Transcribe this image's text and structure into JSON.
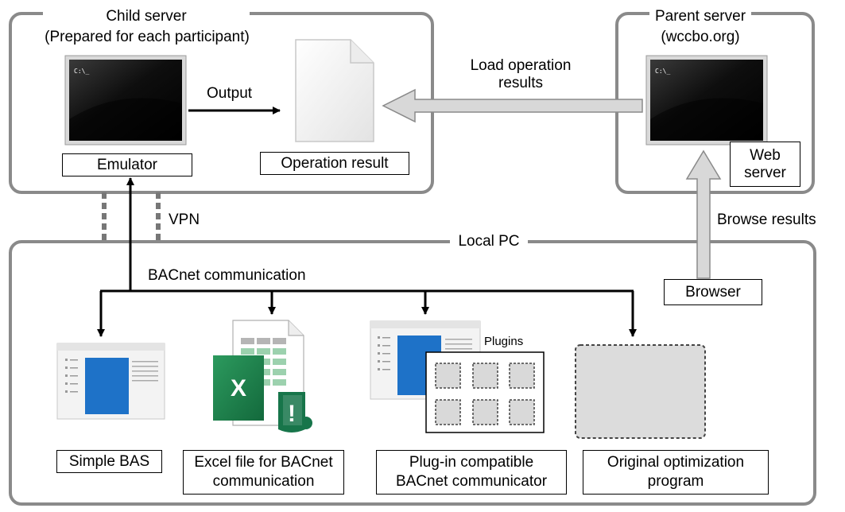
{
  "child_server": {
    "title": "Child server",
    "subtitle": "(Prepared for each participant)",
    "terminal_prompt": "C:\\_",
    "emulator_label": "Emulator",
    "output_label": "Output",
    "operation_result_label": "Operation result"
  },
  "parent_server": {
    "title": "Parent server",
    "subtitle": "(wccbo.org)",
    "terminal_prompt": "C:\\_",
    "web_server_label_line1": "Web",
    "web_server_label_line2": "server"
  },
  "connections": {
    "load_results_line1": "Load operation",
    "load_results_line2": "results",
    "vpn_label": "VPN",
    "browse_results_label": "Browse results",
    "bacnet_label": "BACnet communication"
  },
  "local_pc": {
    "title": "Local PC",
    "browser_label": "Browser",
    "plugins_label": "Plugins",
    "excel_letter": "X",
    "excel_alert": "!",
    "items": [
      {
        "line1": "Simple BAS",
        "line2": ""
      },
      {
        "line1": "Excel file for BACnet",
        "line2": "communication"
      },
      {
        "line1": "Plug-in compatible",
        "line2": "BACnet communicator"
      },
      {
        "line1": "Original optimization",
        "line2": "program"
      }
    ]
  }
}
